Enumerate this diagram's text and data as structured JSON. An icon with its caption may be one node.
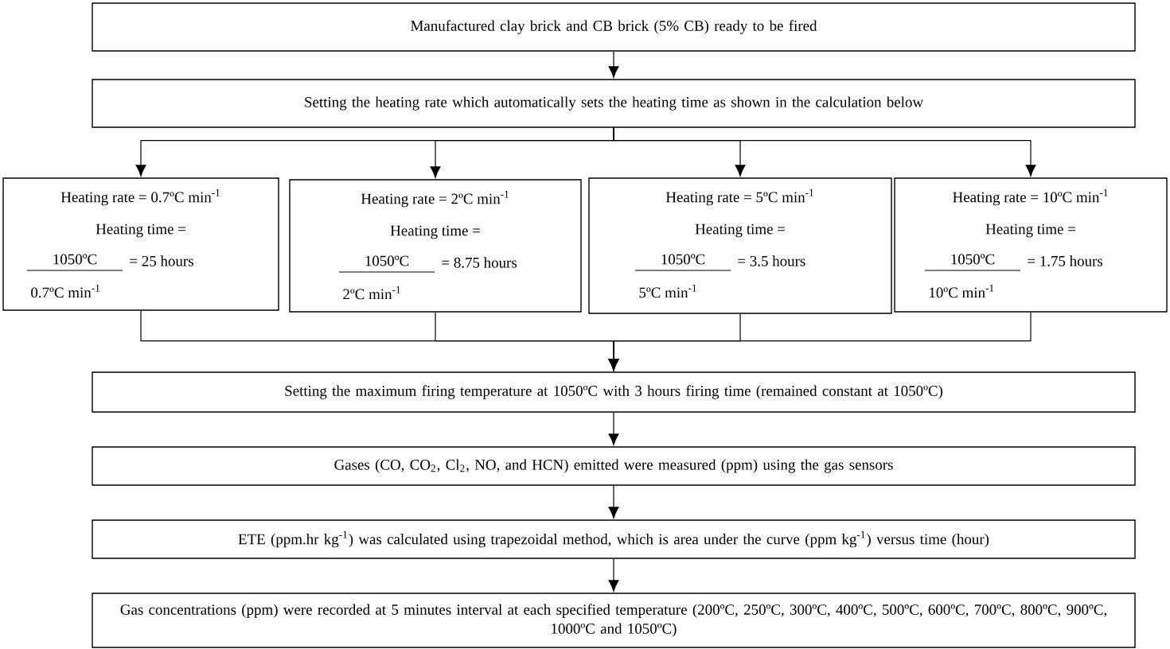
{
  "diagram": {
    "nodes": [
      {
        "text": [
          "Manufactured clay brick and CB brick (5% CB) ready to be fired"
        ]
      },
      {
        "text": [
          "Setting the heating rate which automatically sets the heating time as shown in the calculation below"
        ]
      },
      {
        "text": [
          "Heating rate = 0.7ºC min$^{-1}$",
          "Heating time =",
          "1050ºC",
          "= 25 hours",
          "0.7ºC min$^{-1}$"
        ]
      },
      {
        "text": [
          "Heating rate = 2ºC min$^{-1}$",
          "Heating time =",
          "1050ºC",
          "= 8.75 hours",
          "2ºC min$^{-1}$"
        ]
      },
      {
        "text": [
          "Heating rate = 5ºC min$^{-1}$",
          "Heating time =",
          "1050ºC",
          "= 3.5 hours",
          "5ºC min$^{-1}$"
        ]
      },
      {
        "text": [
          "Heating rate = 10ºC min$^{-1}$",
          "Heating time =",
          "1050ºC",
          "= 1.75 hours",
          "10ºC min$^{-1}$"
        ]
      },
      {
        "text": [
          "Setting the maximum firing temperature at 1050ºC with 3 hours firing time (remained constant at 1050ºC)"
        ]
      },
      {
        "text": [
          "Gases (CO, CO$_{2}$, Cl$_{2}$, NO, and HCN) emitted were measured (ppm) using the gas sensors"
        ]
      },
      {
        "text": [
          "ETE (ppm.hr kg$^{-1}$) was calculated using trapezoidal method, which is area under the curve (ppm kg$^{-1}$) versus time (hour)"
        ]
      },
      {
        "text": [
          "Gas concentrations (ppm) were recorded at 5 minutes interval at each specified temperature (200ºC, 250ºC, 300ºC, 400ºC, 500ºC, 600ºC, 700ºC, 800ºC, 900ºC, 1000ºC and 1050ºC)"
        ]
      }
    ],
    "edges": [
      {
        "from": 0,
        "to": 1,
        "arrow": "to"
      },
      {
        "from": 1,
        "to": 2,
        "arrow": "to"
      },
      {
        "from": 1,
        "to": 3,
        "arrow": "to"
      },
      {
        "from": 1,
        "to": 4,
        "arrow": "to"
      },
      {
        "from": 1,
        "to": 5,
        "arrow": "to"
      },
      {
        "from": 2,
        "to": 6,
        "arrow": "to"
      },
      {
        "from": 3,
        "to": 6,
        "arrow": "to"
      },
      {
        "from": 4,
        "to": 6,
        "arrow": "to"
      },
      {
        "from": 5,
        "to": 6,
        "arrow": "to"
      },
      {
        "from": 6,
        "to": 7,
        "arrow": "to"
      },
      {
        "from": 7,
        "to": 8,
        "arrow": "to"
      },
      {
        "from": 8,
        "to": 9,
        "arrow": "to"
      }
    ]
  }
}
